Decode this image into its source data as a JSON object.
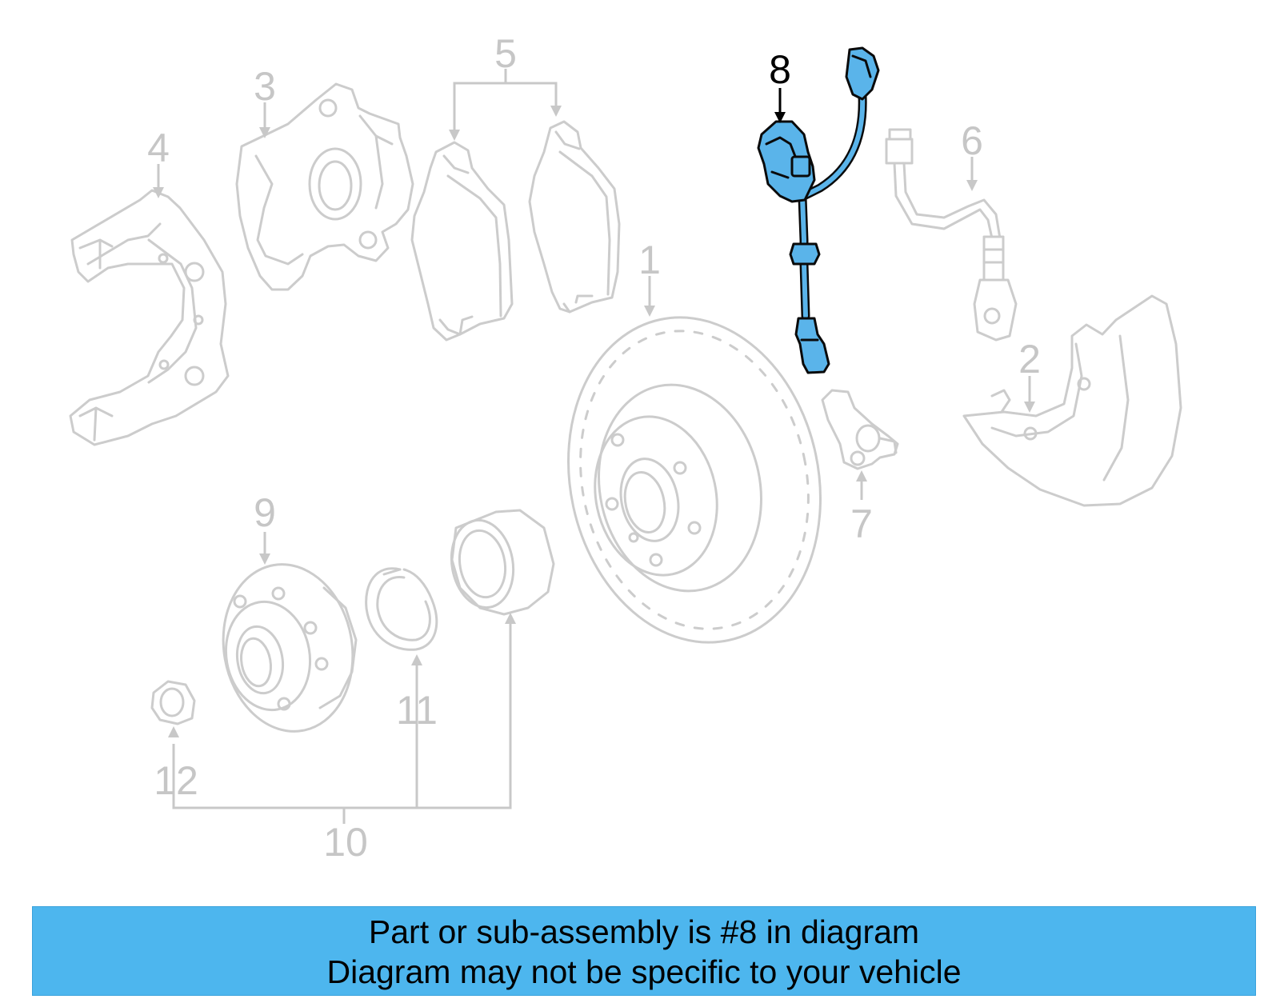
{
  "diagram": {
    "callouts": {
      "c1": "1",
      "c2": "2",
      "c3": "3",
      "c4": "4",
      "c5": "5",
      "c6": "6",
      "c7": "7",
      "c8": "8",
      "c9": "9",
      "c10": "10",
      "c11": "11",
      "c12": "12"
    },
    "highlighted_part": "8",
    "highlight_color": "#5ab4ea",
    "part_color": "#cccccc"
  },
  "banner": {
    "line1": "Part or sub-assembly is #8 in diagram",
    "line2": "Diagram may not be specific to your vehicle",
    "background": "#4db6ee"
  }
}
